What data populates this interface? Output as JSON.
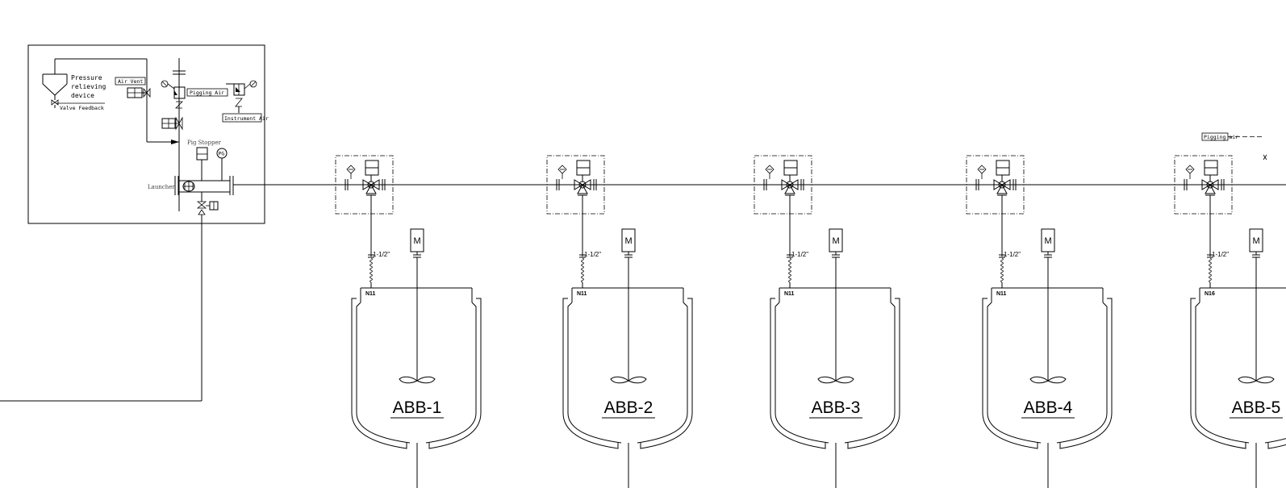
{
  "launcher_panel": {
    "pressure_relieving_label": [
      "Pressure",
      "relieving",
      "device"
    ],
    "valve_feedback_label": "Valve Feedback",
    "air_vent_label": "Air Vent",
    "pigging_air_label": "Pigging Air",
    "instrument_air_label": "Instrument Air",
    "pig_stopper_label": "Pig Stopper",
    "pressure_indicator_label": "PG",
    "launcher_label": "Launcher"
  },
  "pigging_air_right_label": "Pigging air",
  "tanks": [
    {
      "tag": "ABB-1",
      "nozzle": "N11",
      "line_size": "1-1/2\"",
      "motor": "M"
    },
    {
      "tag": "ABB-2",
      "nozzle": "N11",
      "line_size": "1-1/2\"",
      "motor": "M"
    },
    {
      "tag": "ABB-3",
      "nozzle": "N11",
      "line_size": "1-1/2\"",
      "motor": "M"
    },
    {
      "tag": "ABB-4",
      "nozzle": "N11",
      "line_size": "1-1/2\"",
      "motor": "M"
    },
    {
      "tag": "ABB-5",
      "nozzle": "N16",
      "line_size": "1-1/2\"",
      "motor": "M"
    }
  ]
}
